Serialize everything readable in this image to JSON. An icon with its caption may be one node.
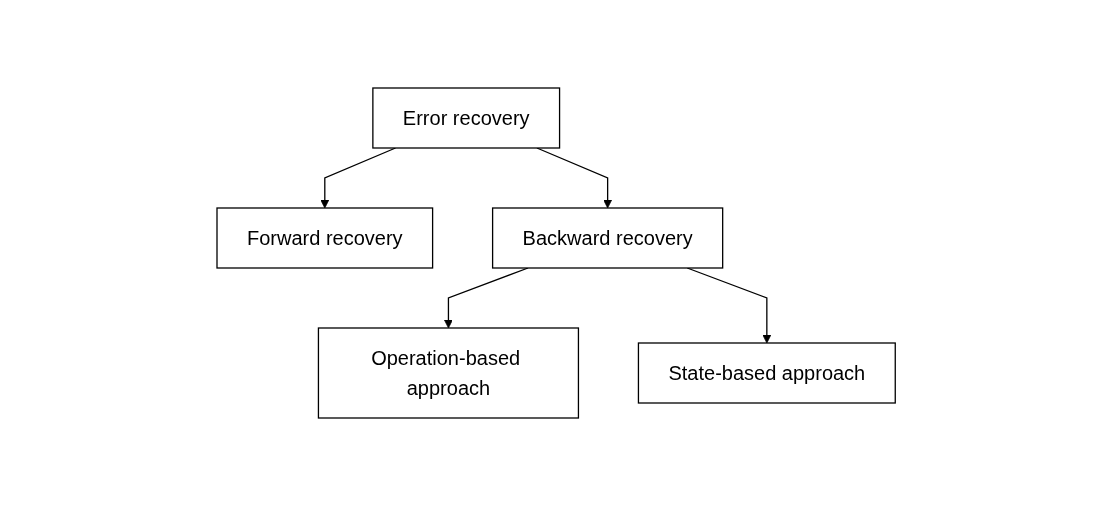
{
  "diagram": {
    "nodes": [
      {
        "text": [
          "Error recovery"
        ]
      },
      {
        "text": [
          "Forward recovery"
        ]
      },
      {
        "text": [
          "Backward recovery"
        ]
      },
      {
        "text": [
          "Operation-based approach"
        ]
      },
      {
        "text": [
          "State-based approach"
        ]
      }
    ],
    "edges": [
      {
        "from": 0,
        "to": 1,
        "arrow": "to"
      },
      {
        "from": 0,
        "to": 2,
        "arrow": "to"
      },
      {
        "from": 2,
        "to": 3,
        "arrow": "to"
      },
      {
        "from": 2,
        "to": 4,
        "arrow": "to"
      }
    ]
  }
}
